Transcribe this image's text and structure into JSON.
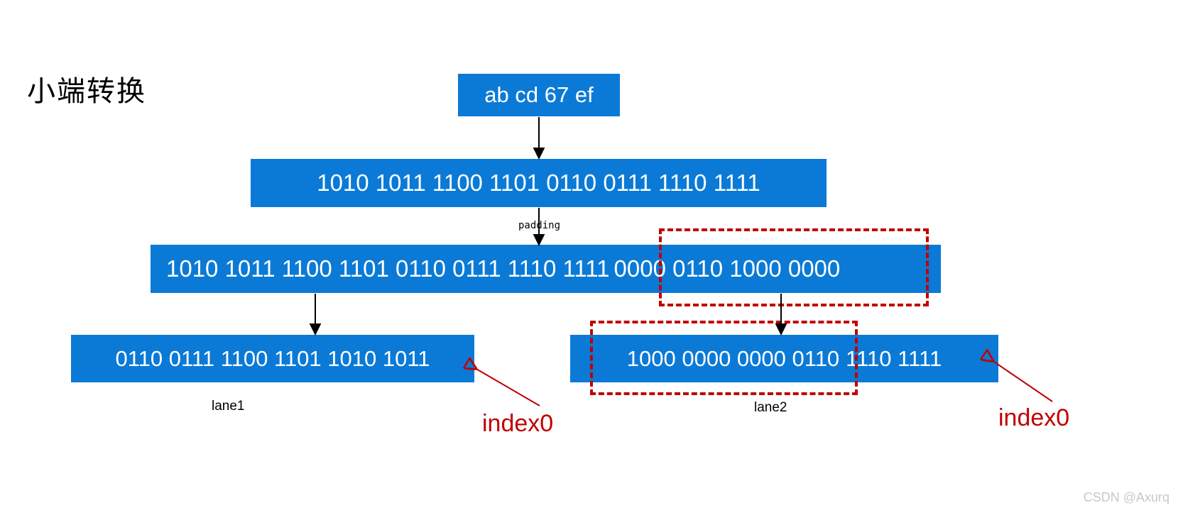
{
  "diagram": {
    "title": "小端转换",
    "watermark": "CSDN @Axurq",
    "accent_blue": "#0b7ad6",
    "accent_red": "#c00000",
    "text_white": "#ffffff"
  },
  "boxes": {
    "hex_input": "ab cd 67 ef",
    "binary_32": "1010 1011 1100 1101 0110 0111 1110 1111",
    "padded_left": "1010 1011 1100 1101 0110 0111 1110 1111",
    "padded_right": "0000 0110 1000 0000",
    "lane1_value": "0110 0111 1100 1101 1010 1011",
    "lane2_left": "1000 0000 0000 0110",
    "lane2_right": "1110 1111"
  },
  "labels": {
    "padding": "padding",
    "lane1": "lane1",
    "lane2": "lane2",
    "index0_left": "index0",
    "index0_right": "index0"
  }
}
